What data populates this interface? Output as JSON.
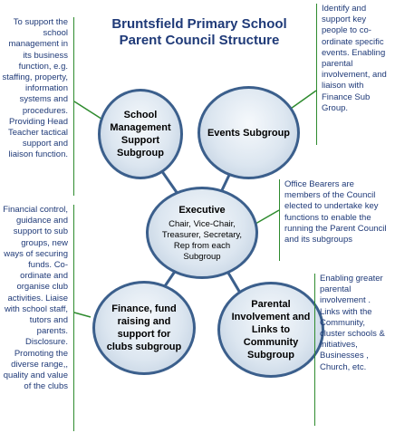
{
  "title": "Bruntsfield Primary School Parent Council Structure",
  "nodes": {
    "management": {
      "label": "School Management Support Subgroup"
    },
    "events": {
      "label": "Events Subgroup"
    },
    "executive": {
      "label": "Executive",
      "description": "Chair, Vice-Chair, Treasurer, Secretary, Rep from each Subgroup"
    },
    "finance": {
      "label": "Finance, fund raising and support for clubs subgroup"
    },
    "parental": {
      "label": "Parental Involvement and Links to Community Subgroup"
    }
  },
  "notes": {
    "management": "To support the school management in its business function, e.g. staffing, property, information systems and procedures. Providing Head Teacher tactical support and liaison function.",
    "events": "Identify and support key people to co-ordinate specific events. Enabling parental involvement, and liaison with Finance Sub Group.",
    "executive": "Office Bearers are members of the Council elected to undertake key functions to enable the running the Parent Council and its subgroups",
    "finance": "Financial control, guidance and support to sub groups, new ways of securing funds. Co-ordinate and organise club activities.  Liaise with school staff, tutors and parents. Disclosure. Promoting the diverse range,, quality and value of the clubs",
    "parental": "Enabling greater parental involvement . Links with the Community, cluster schools & initiatives, Businesses , Church, etc."
  },
  "colors": {
    "title": "#1f3a78",
    "node_border": "#3b5f8c",
    "connector": "#3b5f8c",
    "note_border": "#2e8b2e",
    "note_text": "#1f3a78"
  }
}
